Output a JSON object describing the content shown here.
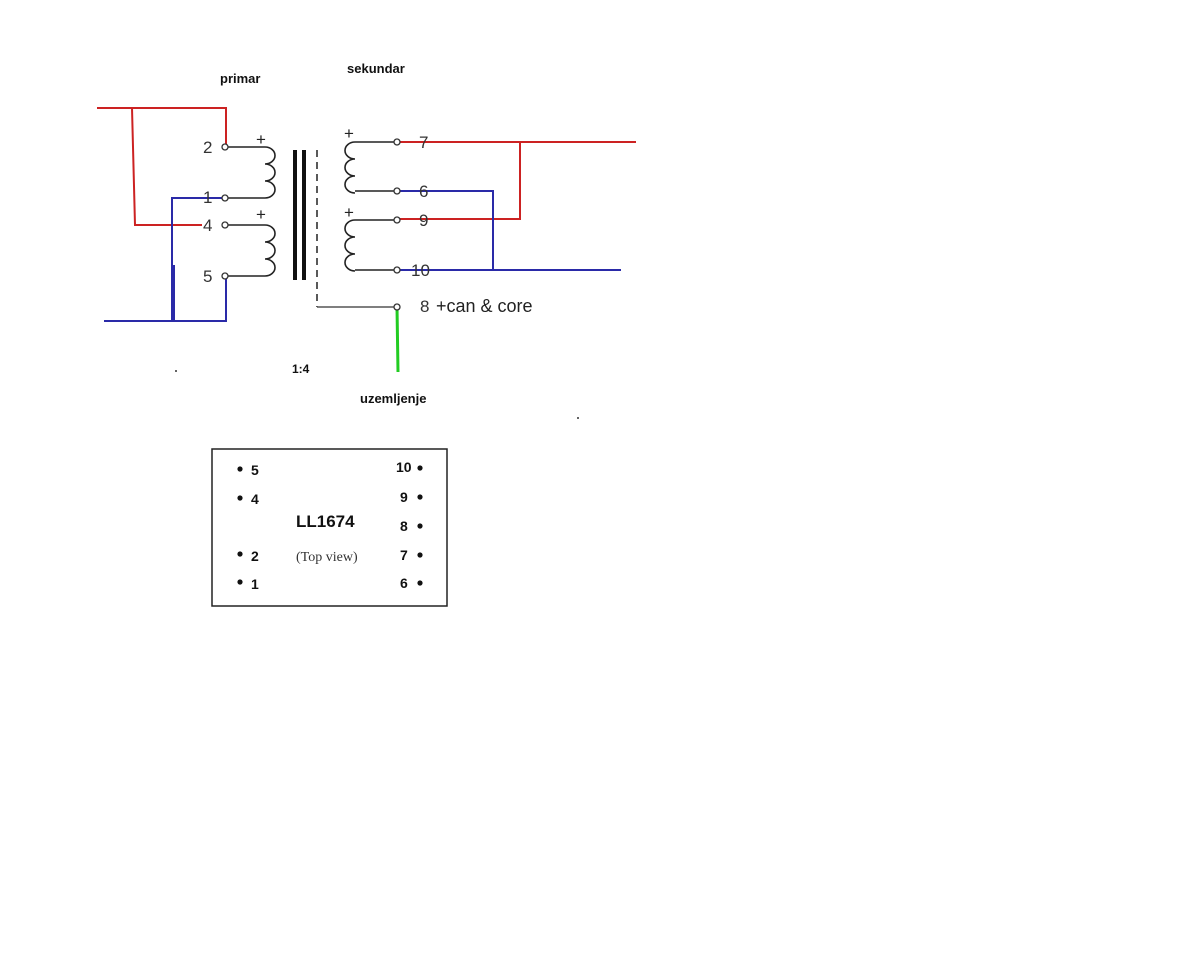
{
  "labels": {
    "primary": "primar",
    "secondary": "sekundar",
    "ratio": "1:4",
    "ground": "uzemljenje",
    "pin8_note": "+can & core",
    "polarity": "+"
  },
  "pins": {
    "p1": "1",
    "p2": "2",
    "p4": "4",
    "p5": "5",
    "p6": "6",
    "p7": "7",
    "p8": "8",
    "p9": "9",
    "p10": "10"
  },
  "package": {
    "part_number": "LL1674",
    "view_note": "(Top view)",
    "left_pins": [
      "5",
      "4",
      "2",
      "1"
    ],
    "right_pins": [
      "10",
      "9",
      "8",
      "7",
      "6"
    ]
  },
  "colors": {
    "red_wire": "#cc2222",
    "blue_wire": "#2a2aa8",
    "green_wire": "#22cc22",
    "black": "#222222"
  }
}
